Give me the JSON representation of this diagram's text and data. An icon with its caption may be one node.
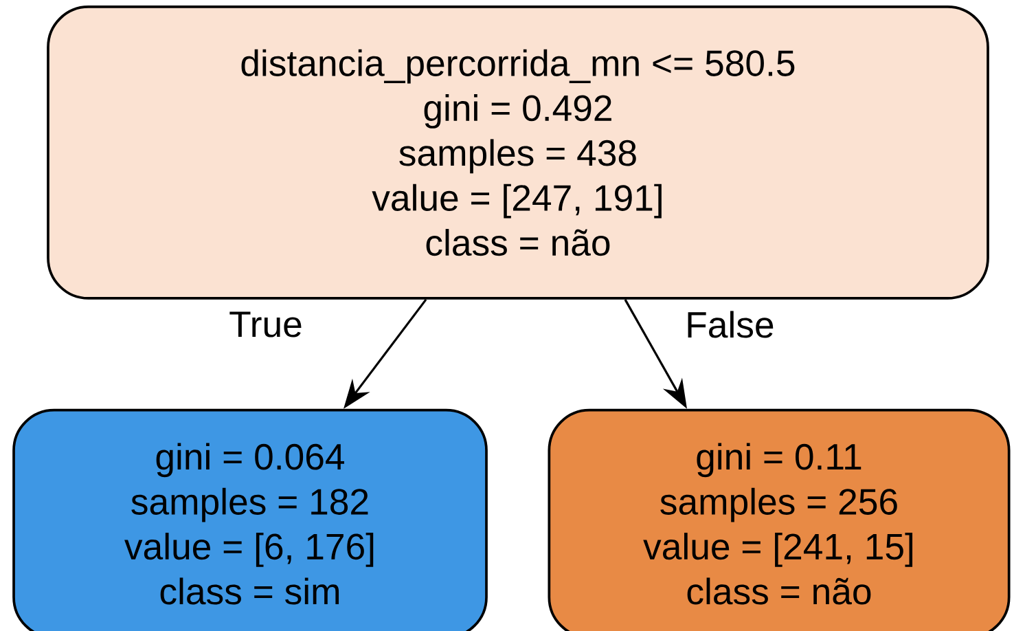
{
  "diagram": {
    "nodes": [
      {
        "text": [
          "distancia_percorrida_mn <= 580.5",
          "gini = 0.492",
          "samples = 438",
          "value = [247, 191]",
          "class = não"
        ]
      },
      {
        "text": [
          "gini = 0.064",
          "samples = 182",
          "value = [6, 176]",
          "class = sim"
        ]
      },
      {
        "text": [
          "gini = 0.11",
          "samples = 256",
          "value = [241, 15]",
          "class = não"
        ]
      }
    ],
    "edges": [
      {
        "from": 0,
        "to": 1,
        "arrow": "to",
        "label": "True"
      },
      {
        "from": 0,
        "to": 2,
        "arrow": "to",
        "label": "False"
      }
    ]
  }
}
